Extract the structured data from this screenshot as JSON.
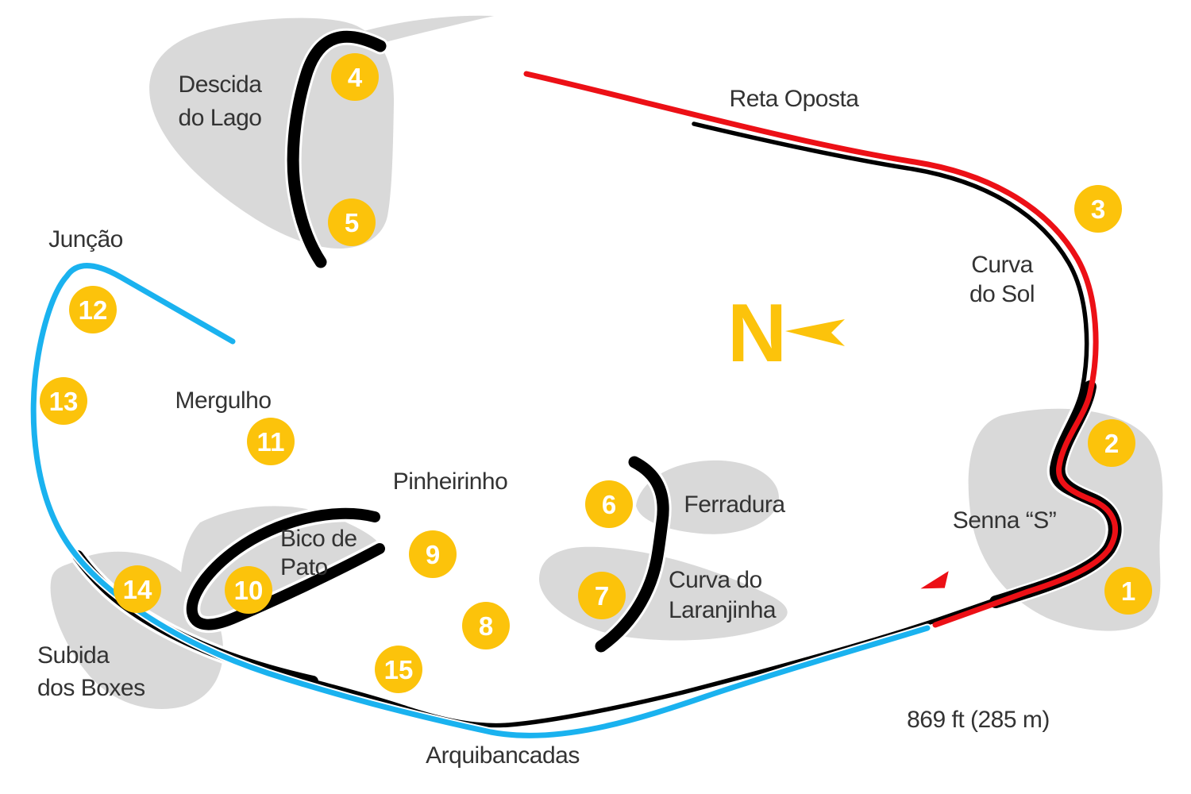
{
  "colors": {
    "sector1_red": "#ec1016",
    "sector3_blue": "#1ab2ef",
    "marker_yellow": "#fcc30b",
    "compass_yellow": "#fcc30b",
    "runoff_gray": "#d9d9d9",
    "track_black": "#000000",
    "label_gray": "#333333"
  },
  "compass": {
    "letter": "N"
  },
  "scale_label": "869 ft (285 m)",
  "turn_markers": [
    "1",
    "2",
    "3",
    "4",
    "5",
    "6",
    "7",
    "8",
    "9",
    "10",
    "11",
    "12",
    "13",
    "14",
    "15"
  ],
  "corner_labels": {
    "descida_do_lago": [
      "Descida",
      "do Lago"
    ],
    "reta_oposta": [
      "Reta Oposta"
    ],
    "curva_do_sol": [
      "Curva",
      "do Sol"
    ],
    "juncao": [
      "Junção"
    ],
    "mergulho": [
      "Mergulho"
    ],
    "pinheirinho": [
      "Pinheirinho"
    ],
    "ferradura": [
      "Ferradura"
    ],
    "bico_de_pato": [
      "Bico de",
      "Pato"
    ],
    "curva_do_laranjinha": [
      "Curva do",
      "Laranjinha"
    ],
    "senna_s": [
      "Senna “S”"
    ],
    "subida_dos_boxes": [
      "Subida",
      "dos Boxes"
    ],
    "arquibancadas": [
      "Arquibancadas"
    ]
  }
}
